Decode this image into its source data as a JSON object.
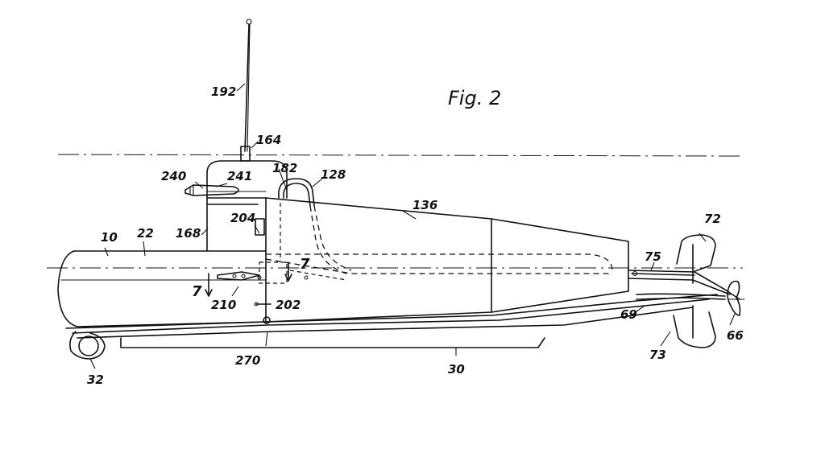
{
  "figure": {
    "title": "Fig. 2",
    "labels": {
      "l192": "192",
      "l164": "164",
      "l182": "182",
      "l128": "128",
      "l240": "240",
      "l241": "241",
      "l136": "136",
      "l204": "204",
      "l168": "168",
      "l10": "10",
      "l22": "22",
      "l7a": "7",
      "l7b": "7",
      "l210": "210",
      "l202": "202",
      "l270": "270",
      "l30": "30",
      "l32": "32",
      "l72": "72",
      "l75": "75",
      "l69": "69",
      "l73": "73",
      "l66": "66"
    }
  }
}
